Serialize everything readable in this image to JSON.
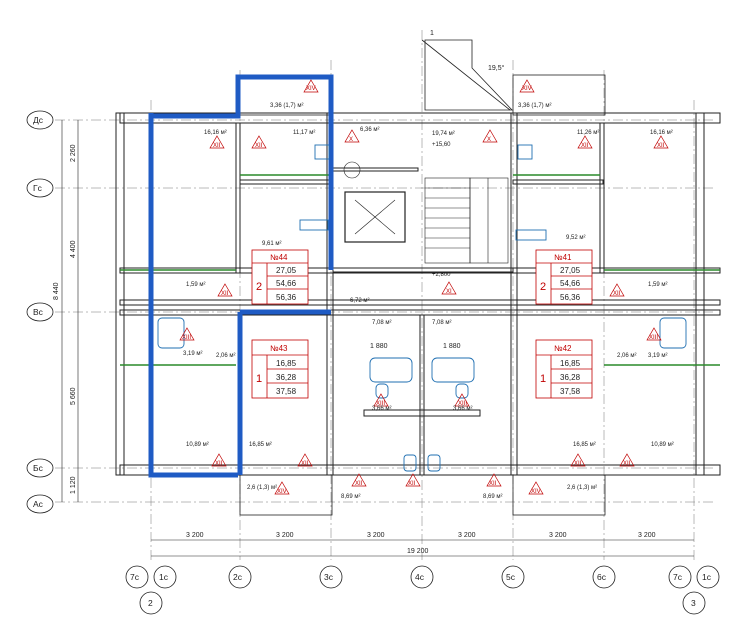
{
  "apartments": [
    {
      "number": "№44",
      "rooms": "2",
      "living": "27,05",
      "total": "54,66",
      "gross": "56,36"
    },
    {
      "number": "№41",
      "rooms": "2",
      "living": "27,05",
      "total": "54,66",
      "gross": "56,36"
    },
    {
      "number": "№43",
      "rooms": "1",
      "living": "16,85",
      "total": "36,28",
      "gross": "37,58"
    },
    {
      "number": "№42",
      "rooms": "1",
      "living": "16,85",
      "total": "36,28",
      "gross": "37,58"
    }
  ],
  "areas": {
    "a0": "3,36 (1,7) м²",
    "a1": "16,16 м²",
    "a2": "11,17 м²",
    "a3": "6,36 м²",
    "a4": "19,74 м²",
    "a5": "+15,60",
    "a6": "3,36 (1,7) м²",
    "a7": "11,26 м²",
    "a8": "16,16 м²",
    "a9": "9,61 м²",
    "a10": "9,52 м²",
    "a11": "+2,800",
    "a12": "1,59 м²",
    "a13": "1,59 м²",
    "a14": "6,72 м²",
    "a15": "7,08 м²",
    "a16": "7,08 м²",
    "a17": "3,19 м²",
    "a18": "2,06 м²",
    "a19": "2,06 м²",
    "a20": "3,19 м²",
    "a21": "3,66 м²",
    "a22": "3,66 м²",
    "a23": "10,89 м²",
    "a24": "16,85 м²",
    "a25": "16,85 м²",
    "a26": "10,89 м²",
    "a27": "2,6 (1,3) м²",
    "a28": "8,69 м²",
    "a29": "8,69 м²",
    "a30": "2,6 (1,3) м²"
  },
  "levels": {
    "l1": "",
    "l2": "19,5°",
    "l3": "1 880",
    "l4": "1 880",
    "l5": "1"
  },
  "axes_rows": [
    "Дс",
    "Гс",
    "Вс",
    "Бс",
    "Ас"
  ],
  "axes_cols": [
    "7с",
    "1с",
    "2с",
    "3с",
    "4с",
    "5с",
    "6с",
    "7с",
    "1с",
    "2",
    "3"
  ],
  "dims_left": {
    "total": "8 440",
    "d1": "2 260",
    "d2": "4 400",
    "d3": "5 660",
    "d4": "1 120"
  },
  "dims_bottom": [
    "3 200",
    "3 200",
    "3 200",
    "3 200",
    "3 200",
    "3 200"
  ],
  "dims_bottom_total": "19 200",
  "romans": [
    "XII",
    "XII",
    "XIV",
    "X",
    "X",
    "XII",
    "XII",
    "XIV",
    "XII",
    "XII",
    "XI",
    "XIII",
    "XIII",
    "XIII",
    "XIII",
    "XII",
    "XII",
    "XII",
    "XII",
    "XII",
    "XII",
    "XII",
    "XIV",
    "XIV"
  ],
  "colors": {
    "highlight": "#1f5bc4",
    "annotation": "#c00000",
    "partition": "#2a8a2a",
    "fixture": "#1f6fb2"
  }
}
